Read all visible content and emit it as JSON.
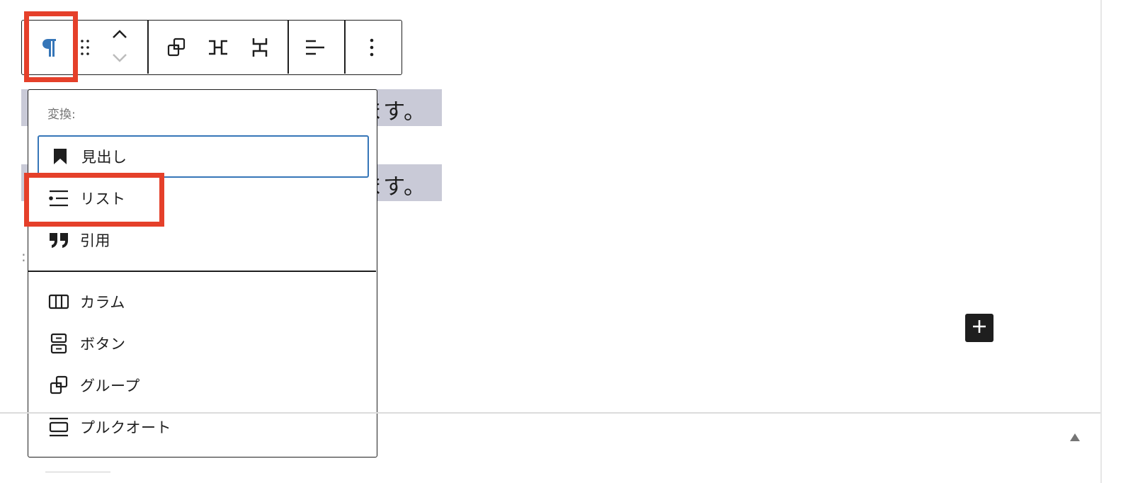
{
  "editor": {
    "paragraph_1_tail": "ます。",
    "paragraph_2_tail": "ます。"
  },
  "toolbar": {
    "buttons": [
      {
        "name": "paragraph-icon",
        "glyph": "¶"
      },
      {
        "name": "drag-handle-icon"
      },
      {
        "name": "move-up-icon"
      },
      {
        "name": "move-down-icon"
      },
      {
        "name": "group-icon"
      },
      {
        "name": "row-icon"
      },
      {
        "name": "stack-icon"
      },
      {
        "name": "align-left-icon"
      },
      {
        "name": "more-options-icon"
      }
    ]
  },
  "transform_menu": {
    "heading": "変換:",
    "primary_items": [
      {
        "label": "見出し",
        "icon": "bookmark-icon",
        "focused": true
      },
      {
        "label": "リスト",
        "icon": "list-icon",
        "focused": false
      },
      {
        "label": "引用",
        "icon": "quote-icon",
        "focused": false
      }
    ],
    "secondary_items": [
      {
        "label": "カラム",
        "icon": "columns-icon"
      },
      {
        "label": "ボタン",
        "icon": "buttons-icon"
      },
      {
        "label": "グループ",
        "icon": "group-icon"
      },
      {
        "label": "プルクオート",
        "icon": "pullquote-icon"
      }
    ]
  },
  "colors": {
    "highlight_box": "#e5402a",
    "focus_outline": "#3676b8",
    "selected_block_bg": "#c9cad7",
    "paragraph_icon": "#3676b8"
  },
  "add_block": {
    "icon": "plus-icon"
  }
}
